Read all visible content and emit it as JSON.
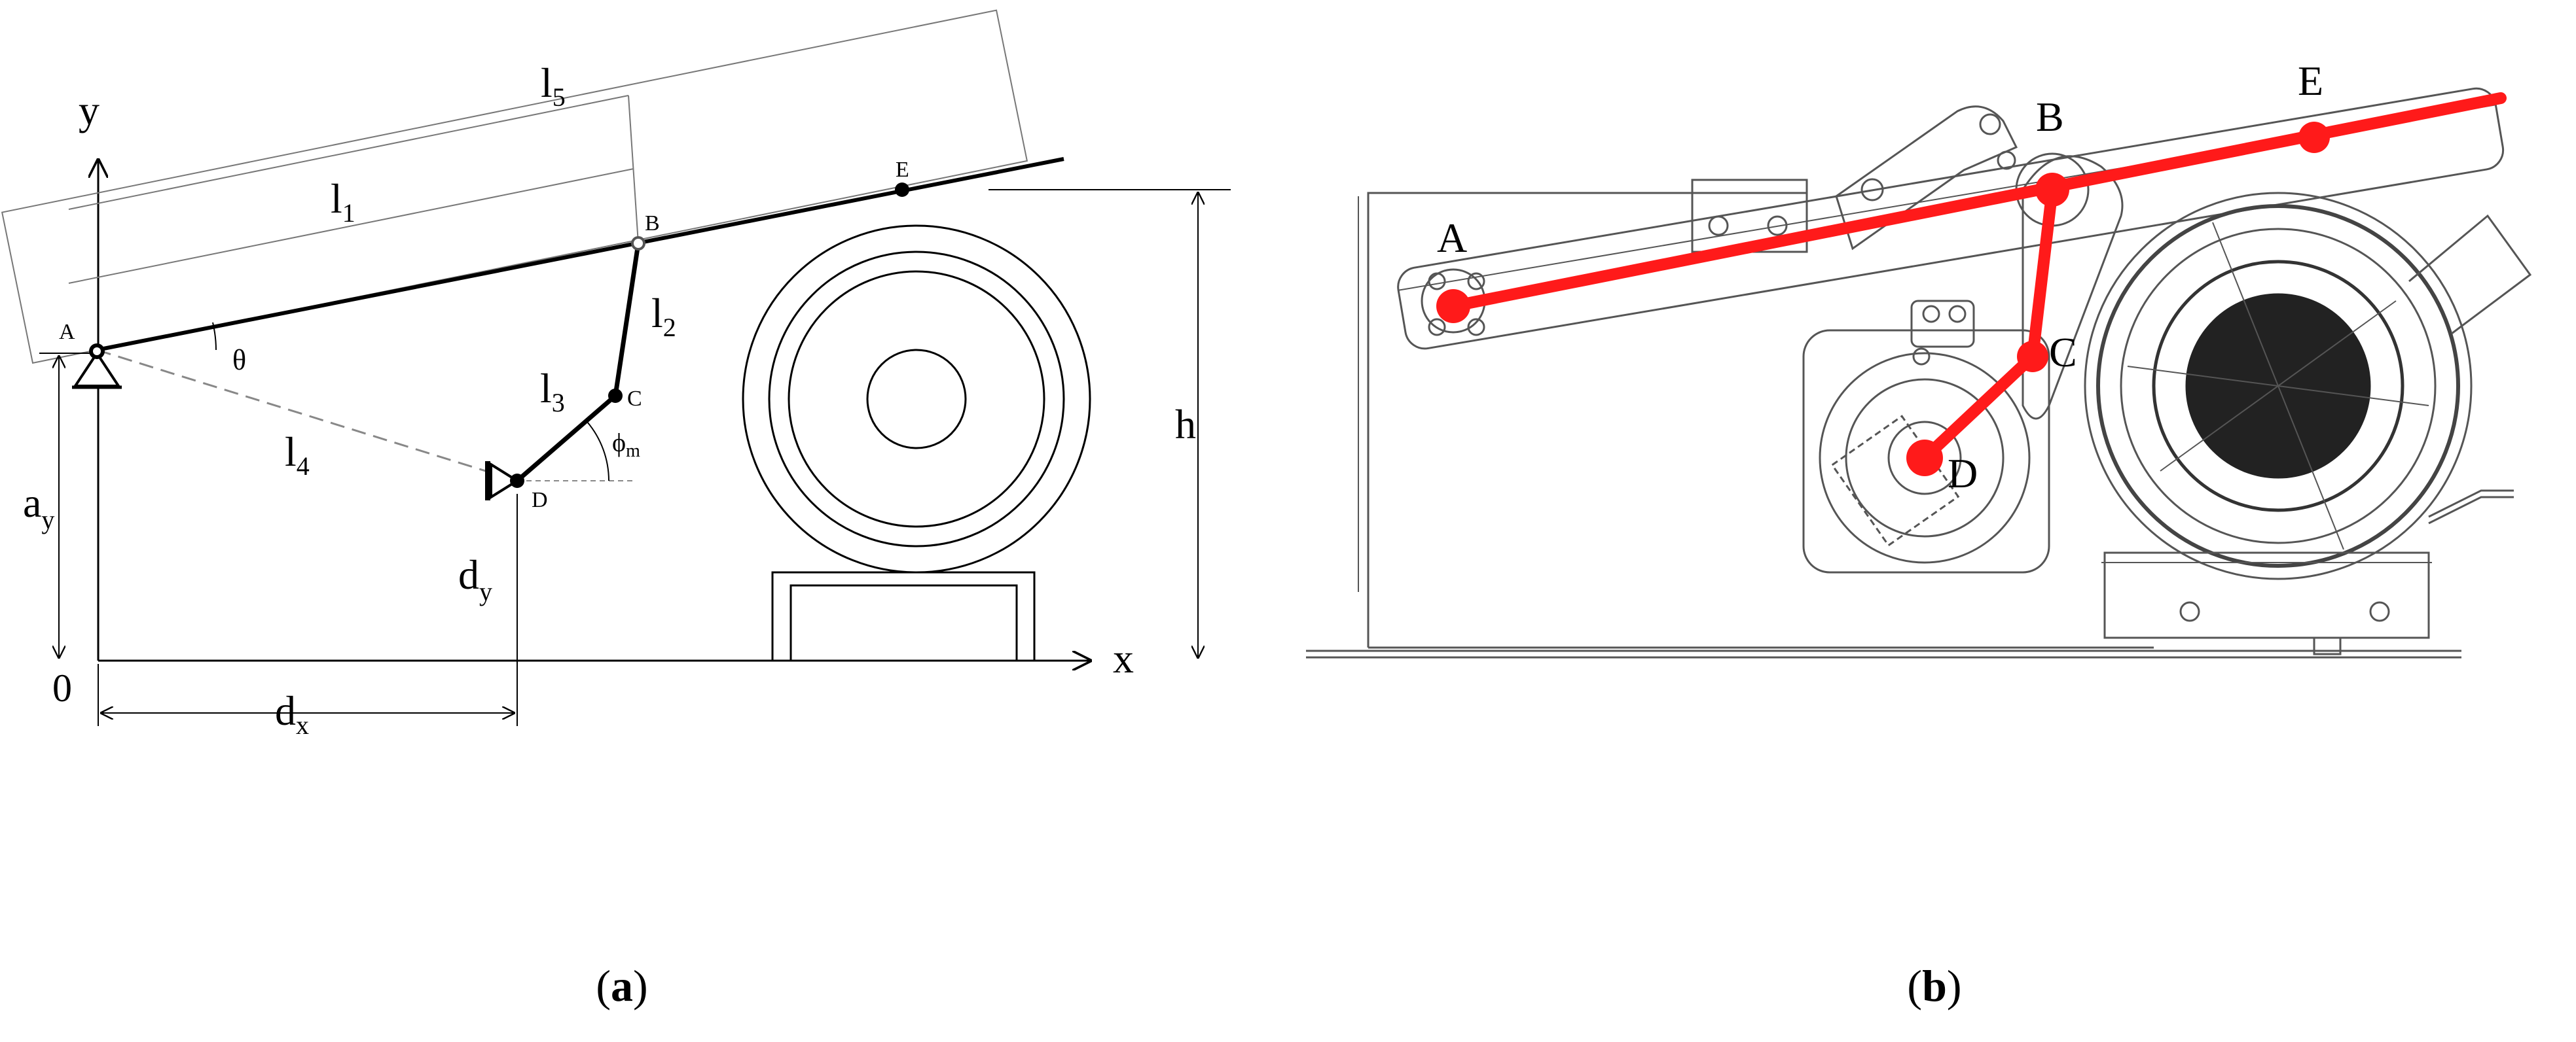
{
  "panel_a": {
    "axis_y": "y",
    "axis_x": "x",
    "origin": "0",
    "point_A": "A",
    "point_B": "B",
    "point_C": "C",
    "point_D": "D",
    "point_E": "E",
    "link_l1": {
      "base": "l",
      "sub": "1"
    },
    "link_l2": {
      "base": "l",
      "sub": "2"
    },
    "link_l3": {
      "base": "l",
      "sub": "3"
    },
    "link_l4": {
      "base": "l",
      "sub": "4"
    },
    "link_l5": {
      "base": "l",
      "sub": "5"
    },
    "angle_theta": "θ",
    "angle_phi": {
      "base": "ϕ",
      "sub": "m"
    },
    "dim_h": "h",
    "dim_ay": {
      "base": "a",
      "sub": "y"
    },
    "dim_dy": {
      "base": "d",
      "sub": "y"
    },
    "dim_dx": {
      "base": "d",
      "sub": "x"
    }
  },
  "panel_b": {
    "point_A": "A",
    "point_B": "B",
    "point_C": "C",
    "point_D": "D",
    "point_E": "E",
    "linkage_color": "#ff1a1a"
  },
  "captions": {
    "a": {
      "open": "(",
      "letter": "a",
      "close": ")"
    },
    "b": {
      "open": "(",
      "letter": "b",
      "close": ")"
    }
  }
}
